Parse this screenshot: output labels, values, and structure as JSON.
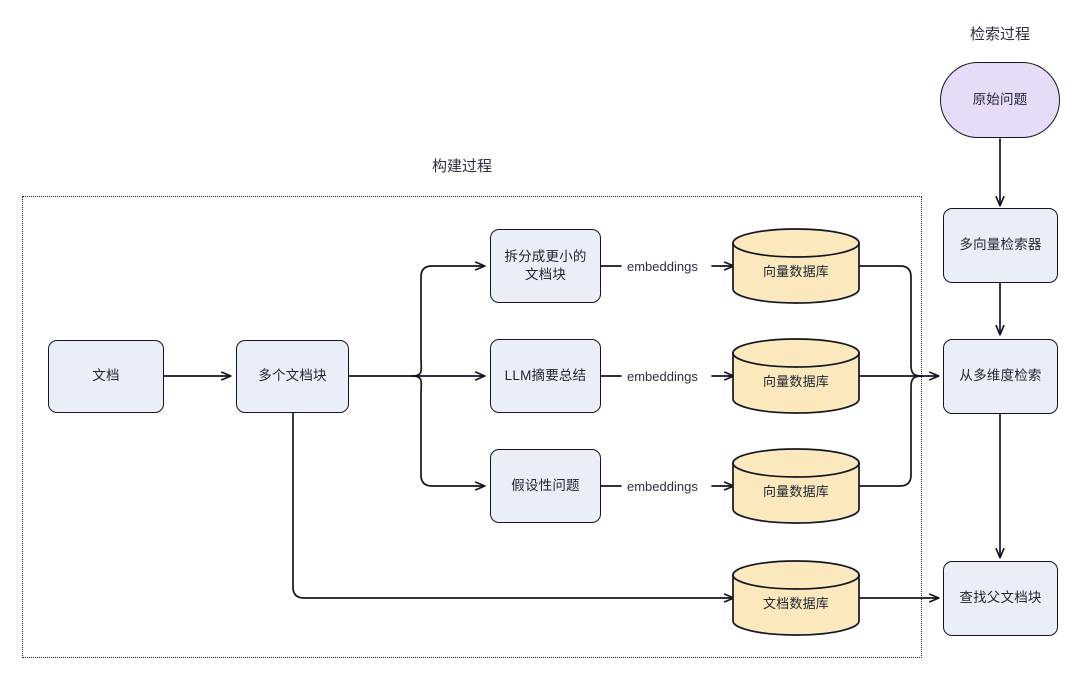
{
  "diagram": {
    "title_build": "构建过程",
    "title_retrieval": "检索过程",
    "colors": {
      "rect_fill": "#e9eef9",
      "oval_fill": "#e7dcf7",
      "cylinder_fill": "#fbe9bd",
      "stroke": "#12161f",
      "text": "#1f2430",
      "background": "#ffffff"
    },
    "nodes": {
      "document": "文档",
      "chunks": "多个文档块",
      "split_smaller": "拆分成更小的文档块",
      "llm_summary": "LLM摘要总结",
      "hypothetical_questions": "假设性问题",
      "vector_db_1": "向量数据库",
      "vector_db_2": "向量数据库",
      "vector_db_3": "向量数据库",
      "doc_db": "文档数据库",
      "original_question": "原始问题",
      "multi_vector_retriever": "多向量检索器",
      "multi_dim_retrieve": "从多维度检索",
      "find_parent_chunk": "查找父文档块"
    },
    "edge_labels": {
      "embeddings_1": "embeddings",
      "embeddings_2": "embeddings",
      "embeddings_3": "embeddings"
    }
  }
}
